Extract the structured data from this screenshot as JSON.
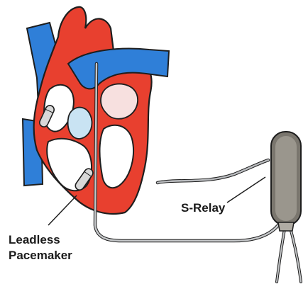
{
  "labels": {
    "leadless_pacemaker_line1": "Leadless",
    "leadless_pacemaker_line2": "Pacemaker",
    "s_relay": "S-Relay"
  },
  "colors": {
    "myocardium": "#e8402f",
    "venous": "#2f7fd8",
    "outline": "#1e1e1e",
    "chamber": "#ffffff",
    "device": "#7a766e",
    "lead": "#c4c6c8"
  }
}
